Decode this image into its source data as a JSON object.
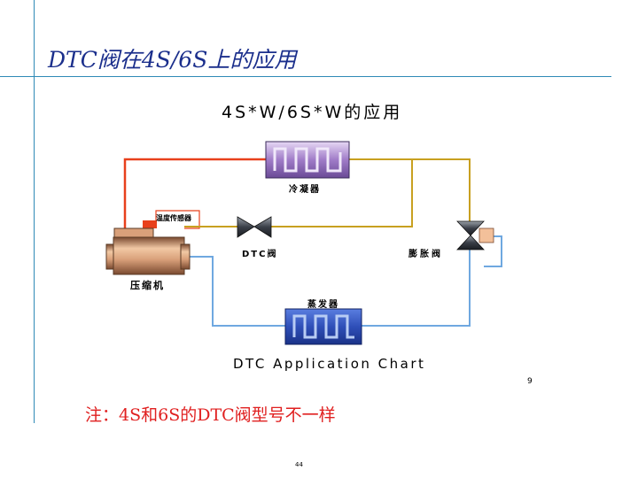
{
  "slide": {
    "title": "DTC阀在4S/6S上的应用",
    "note": "注：4S和6S的DTC阀型号不一样",
    "slide_number": "9",
    "page_number": "44"
  },
  "diagram": {
    "subtitle": "4S*W/6S*W的应用",
    "caption": "DTC Application Chart",
    "labels": {
      "condenser": "冷凝器",
      "temperature_sensor": "温度传感器",
      "dtc_valve": "DTC阀",
      "expansion_valve": "膨胀阀",
      "compressor": "压缩机",
      "evaporator": "蒸发器"
    },
    "colors": {
      "hot_line": "#e8401c",
      "liquid_line": "#c8a020",
      "suction_line": "#6fa8e0",
      "condenser": "#a07cc8",
      "evaporator": "#3456c0",
      "compressor": "#d9a07a",
      "accent": "#1b2f8c",
      "note": "#e02020"
    }
  }
}
